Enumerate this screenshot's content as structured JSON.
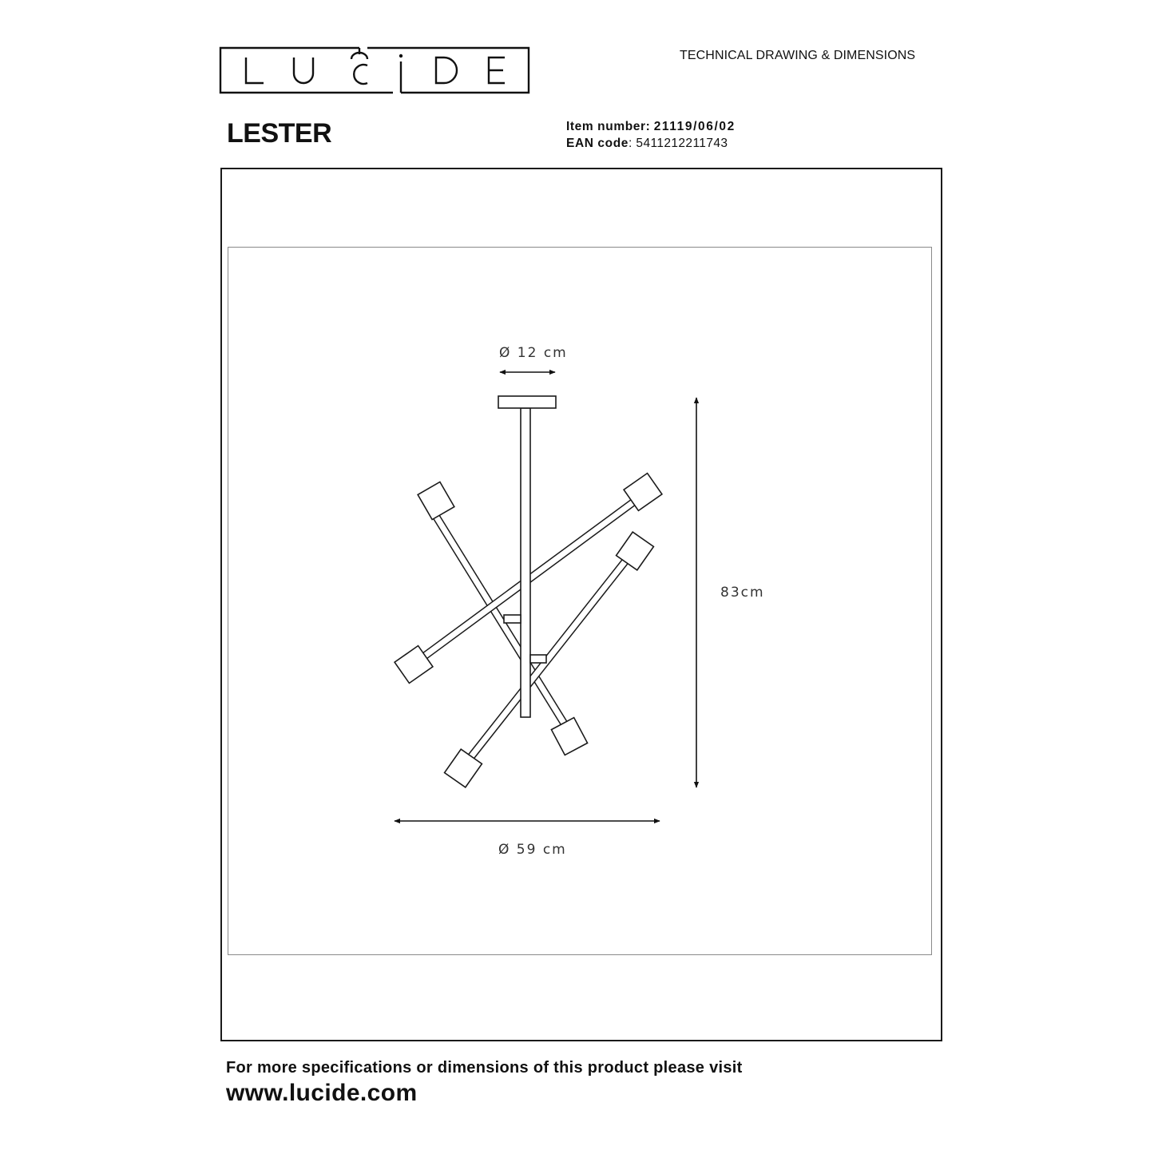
{
  "header": {
    "brand": "LUCIDE",
    "doc_type": "TECHNICAL DRAWING & DIMENSIONS"
  },
  "product": {
    "name": "LESTER",
    "item_number_label": "Item number:",
    "item_number": "21119/06/02",
    "ean_label": "EAN code",
    "ean_value": ": 5411212211743"
  },
  "drawing": {
    "canopy_diameter_label": "Ø 12 cm",
    "height_label": "83cm",
    "width_diameter_label": "Ø 59 cm",
    "line_color": "#1a1a1a",
    "frame_color": "#8a8a8a"
  },
  "footer": {
    "info_text": "For more specifications or dimensions of this product please visit",
    "url": "www.lucide.com"
  }
}
